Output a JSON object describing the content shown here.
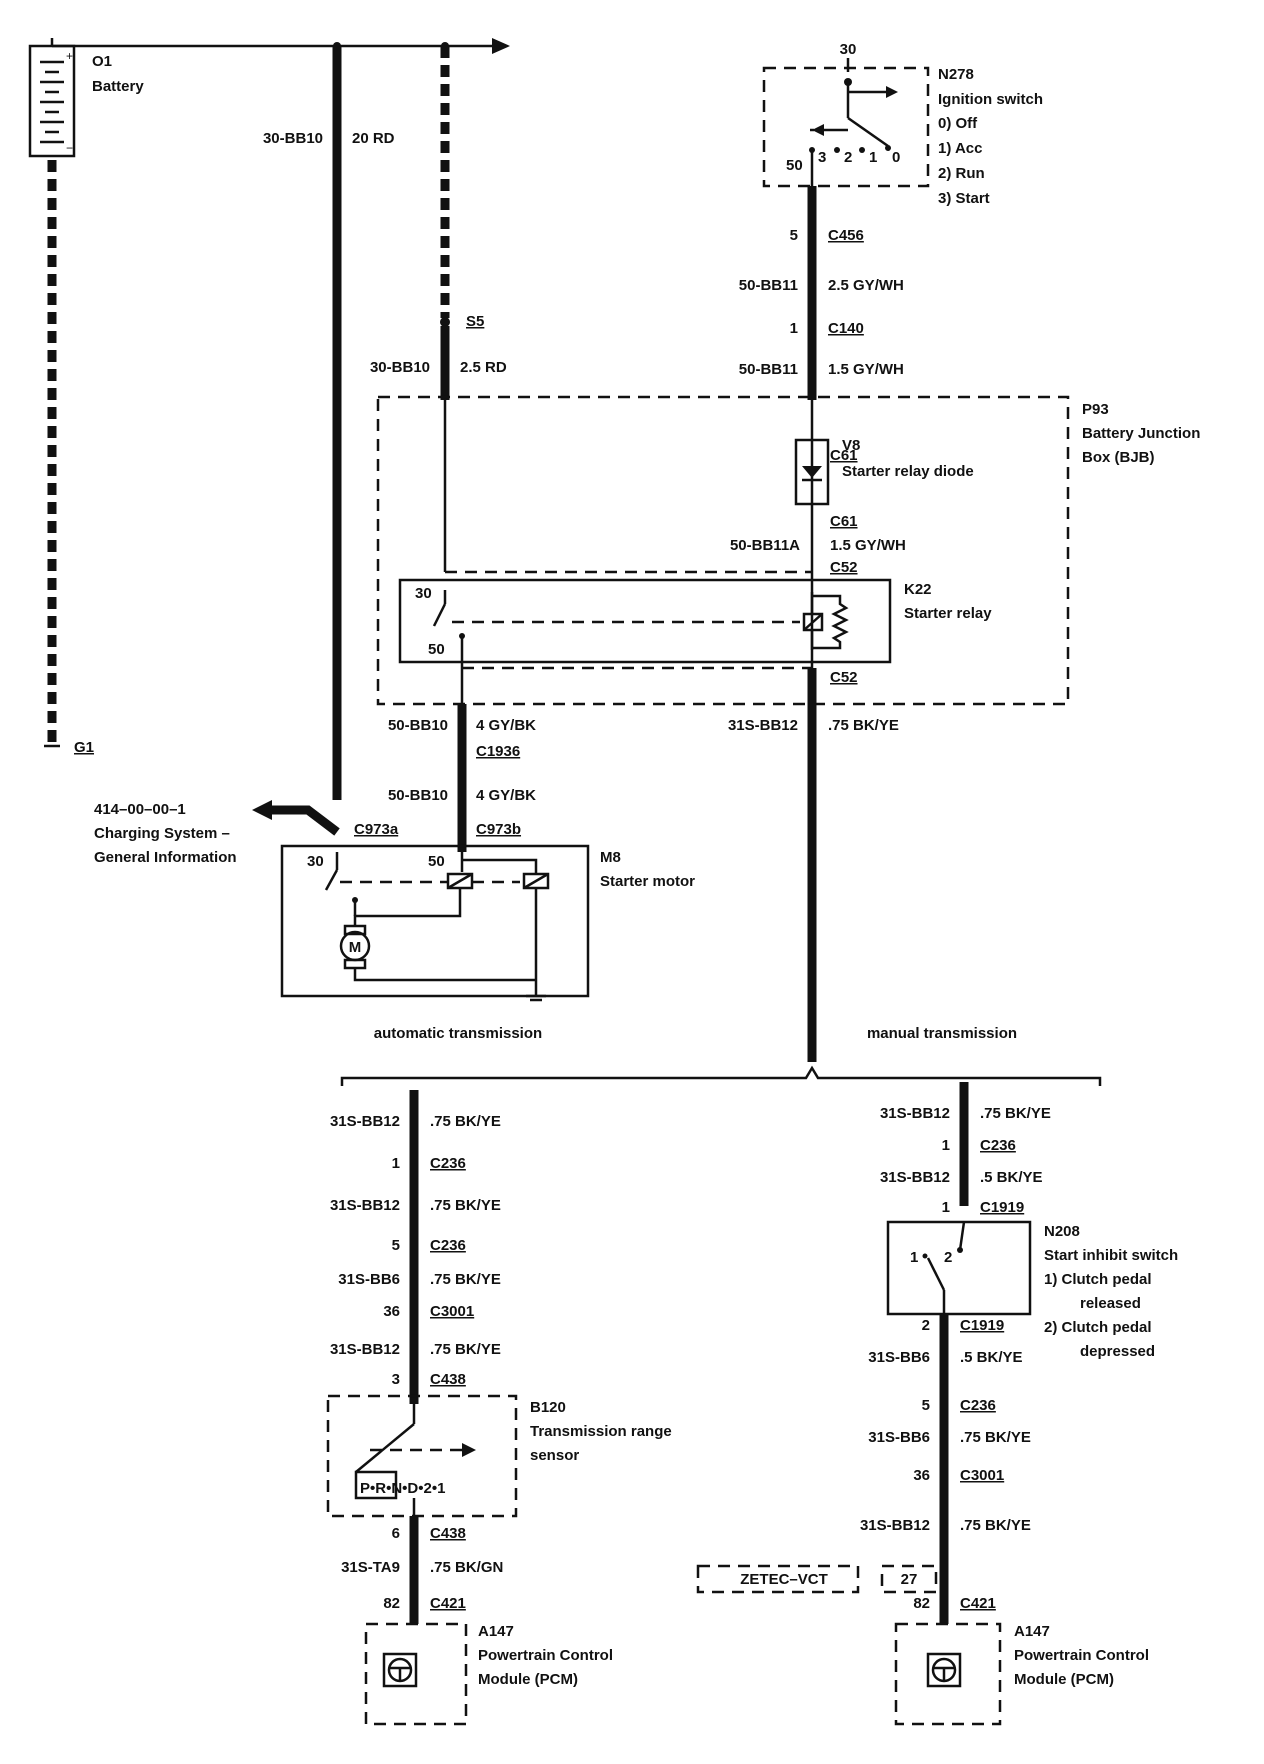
{
  "battery": {
    "ref": "O1",
    "name": "Battery"
  },
  "ground": {
    "ref": "G1"
  },
  "ignition": {
    "terminal": "30",
    "ref": "N278",
    "name": "Ignition switch",
    "positions": [
      "0)  Off",
      "1)  Acc",
      "2)  Run",
      "3)  Start"
    ],
    "contact_labels": [
      "50",
      "3",
      "2",
      "1",
      "0"
    ]
  },
  "wires": {
    "bat_main_id": "30-BB10",
    "bat_main_size": "20 RD",
    "splice": "S5",
    "s5_id": "30-BB10",
    "s5_size": "2.5 RD",
    "ign_pin": "5",
    "ign_conn": "C456",
    "ign_id": "50-BB11",
    "ign_size": "2.5 GY/WH",
    "c140_pin": "1",
    "c140_conn": "C140",
    "c140_id": "50-BB11",
    "c140_size": "1.5 GY/WH"
  },
  "bjb": {
    "ref": "P93",
    "name1": "Battery Junction",
    "name2": "Box (BJB)",
    "c61a": "C61",
    "diode_ref": "V8",
    "diode_name": "Starter relay diode",
    "c61b": "C61",
    "w_id": "50-BB11A",
    "w_size": "1.5 GY/WH",
    "c52a": "C52",
    "relay_ref": "K22",
    "relay_name": "Starter relay",
    "relay_t30": "30",
    "relay_t50": "50",
    "c52b": "C52"
  },
  "starter": {
    "w1_id": "50-BB10",
    "w1_size": "4 GY/BK",
    "c1936": "C1936",
    "w2_id": "50-BB10",
    "w2_size": "4 GY/BK",
    "charging_ref": "414–00–00–1",
    "charging_1": "Charging System –",
    "charging_2": "General Information",
    "c973a": "C973a",
    "c973b": "C973b",
    "t30": "30",
    "t50": "50",
    "ref": "M8",
    "name": "Starter motor",
    "motor": "M",
    "ground_id": "31S-BB12",
    "ground_size": ".75 BK/YE"
  },
  "split": {
    "auto": "automatic transmission",
    "manual": "manual transmission"
  },
  "auto": {
    "rows": [
      {
        "id": "31S-BB12",
        "size": ".75 BK/YE"
      },
      {
        "pin": "1",
        "conn": "C236"
      },
      {
        "id": "31S-BB12",
        "size": ".75 BK/YE"
      },
      {
        "pin": "5",
        "conn": "C236"
      },
      {
        "id": "31S-BB6",
        "size": ".75 BK/YE"
      },
      {
        "pin": "36",
        "conn": "C3001"
      },
      {
        "id": "31S-BB12",
        "size": ".75 BK/YE"
      },
      {
        "pin": "3",
        "conn": "C438"
      }
    ],
    "sensor_ref": "B120",
    "sensor_name1": "Transmission range",
    "sensor_name2": "sensor",
    "gears": "P•R•N•D•2•1",
    "pin6": "6",
    "c438": "C438",
    "out_id": "31S-TA9",
    "out_size": ".75 BK/GN",
    "pin82": "82",
    "c421": "C421",
    "pcm_ref": "A147",
    "pcm_1": "Powertrain Control",
    "pcm_2": "Module (PCM)"
  },
  "manual": {
    "top_id": "31S-BB12",
    "top_size": ".75 BK/YE",
    "pin1": "1",
    "c236": "C236",
    "mid_id": "31S-BB12",
    "mid_size": ".5 BK/YE",
    "pin1b": "1",
    "c1919": "C1919",
    "sw_ref": "N208",
    "sw_name": "Start inhibit switch",
    "sw_1a": "1)   Clutch pedal",
    "sw_1b": "released",
    "sw_2a": "2)   Clutch pedal",
    "sw_2b": "depressed",
    "sw_c1": "1",
    "sw_c2": "2",
    "pin2": "2",
    "c1919b": "C1919",
    "w3_id": "31S-BB6",
    "w3_size": ".5 BK/YE",
    "pin5": "5",
    "c236b": "C236",
    "w4_id": "31S-BB6",
    "w4_size": ".75 BK/YE",
    "pin36": "36",
    "c3001": "C3001",
    "w5_id": "31S-BB12",
    "w5_size": ".75 BK/YE",
    "zetec": "ZETEC–VCT",
    "zetec_pin": "27",
    "pin82": "82",
    "c421": "C421",
    "pcm_ref": "A147",
    "pcm_1": "Powertrain Control",
    "pcm_2": "Module (PCM)"
  }
}
